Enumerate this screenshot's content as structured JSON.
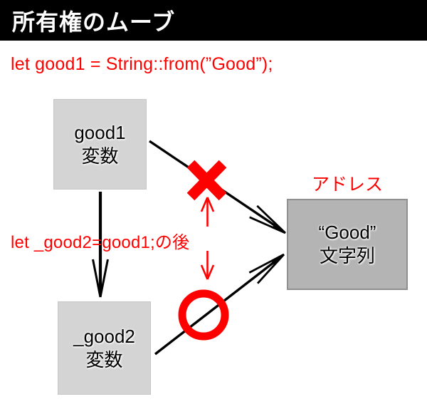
{
  "title": "所有権のムーブ",
  "code_line": "let good1 = String::from(”Good”);",
  "labels": {
    "address": "アドレス",
    "after_assign": "let _good2=good1;の後"
  },
  "boxes": {
    "good1": {
      "line1": "good1",
      "line2": "変数"
    },
    "good2": {
      "line1": "_good2",
      "line2": "変数"
    },
    "string": {
      "line1": "“Good”",
      "line2": "文字列"
    }
  },
  "marks": {
    "invalid": "x-mark (move forbidden)",
    "valid": "o-mark (access allowed)"
  },
  "colors": {
    "accent_red": "#ff0000",
    "banner_bg": "#000000",
    "banner_text": "#ffffff",
    "box_light": "#d4d4d4",
    "box_light_border": "#c6c6c6",
    "box_dark": "#b4b4b4",
    "box_dark_border": "#8f8f8f",
    "arrow_black": "#000000"
  }
}
